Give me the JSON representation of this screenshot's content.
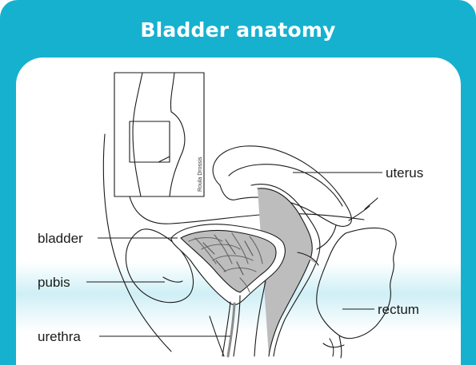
{
  "header": {
    "title": "Bladder anatomy"
  },
  "colors": {
    "accent": "#16b1cf",
    "panel": "#ffffff",
    "tissue": "#bdbdbd",
    "tissue_dark": "#8c8c8c",
    "line": "#1a1a1a"
  },
  "labels": {
    "uterus": "uterus",
    "bladder": "bladder",
    "pubis": "pubis",
    "rectum": "rectum",
    "urethra": "urethra"
  },
  "credit": "Roula Drossis"
}
